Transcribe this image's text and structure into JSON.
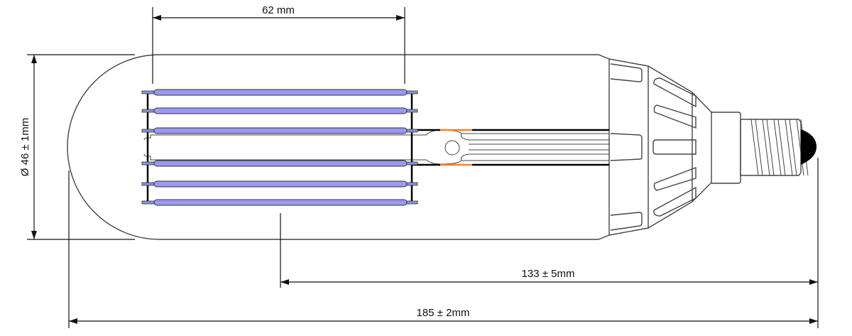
{
  "title": "LED filament tubular bulb dimension drawing",
  "dimensions": {
    "filament_length": "62 mm",
    "diameter": "Ø 46 ± 1mm",
    "glass_to_base_length": "133 ± 5mm",
    "overall_length": "185 ± 2mm"
  },
  "colors": {
    "filament": "#9a9af2",
    "lead_wire": "#ff7f27",
    "outline": "#444444"
  },
  "filament_count": 6
}
